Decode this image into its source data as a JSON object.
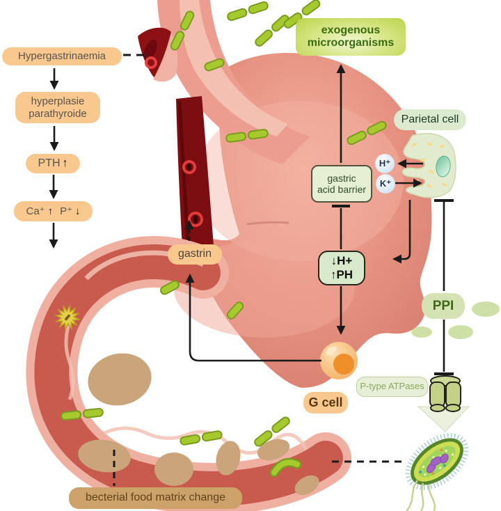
{
  "left_pathway": {
    "hypergastrinaemia": "Hypergastrinaemia",
    "hyperplasia_line1": "hyperplasie",
    "hyperplasia_line2": "parathyroide",
    "pth_label": "PTH",
    "pth_arrow": "↑",
    "ca_label": "Ca⁺",
    "ca_arrow": "↑",
    "p_label": "P⁺",
    "p_arrow": "↓"
  },
  "stomach_labels": {
    "exogenous_line1": "exogenous",
    "exogenous_line2": "microorganisms",
    "parietal_cell": "Parietal cell",
    "gastric_barrier_line1": "gastric",
    "gastric_barrier_line2": "acid barrier",
    "h_ion": "H⁺",
    "k_ion": "K⁺",
    "gastrin": "gastrin",
    "acid_down": "↓H+",
    "ph_up": "↑PH",
    "g_cell": "G cell"
  },
  "right_labels": {
    "ppi": "PPI",
    "p_type_atpases": "P-type ATPases"
  },
  "bottom_label": {
    "text": "becterial food matrix change"
  },
  "colors": {
    "orange_box_bg": "#f8c88e",
    "green_label_bg": "#dcead0",
    "bright_green_box_bg": "#c6dc5a",
    "bordered_green_box_bg": "#e6eed4",
    "tan_box_bg": "#cda26a",
    "ion_circle_bg": "#d9e7f4",
    "stomach_pink": "#e28a7c",
    "esophagus_lumen_red": "#8c1014",
    "vessel_red": "#7c0d11",
    "intestine_inner_red": "#c95a4e",
    "bacteria_green": "#a6ca2e",
    "g_cell_orange": "#ee8f2a",
    "nucleoid_purple": "#a463c4"
  }
}
